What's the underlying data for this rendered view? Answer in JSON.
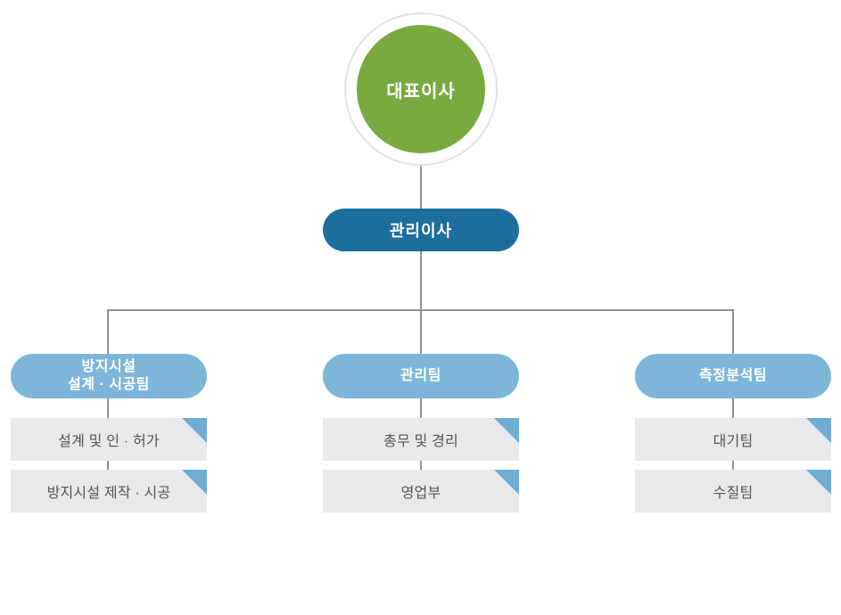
{
  "colors": {
    "green": "#7aa940",
    "ring": "#e2e2e2",
    "dark_blue": "#1d6d9d",
    "light_blue": "#7db6d9",
    "triangle_blue": "#6fabd2",
    "box_bg": "#e9e9eb",
    "box_text": "#555555",
    "line": "#919191"
  },
  "chart": {
    "type": "org-chart",
    "root": {
      "label": "대표이사"
    },
    "director": {
      "label": "관리이사"
    },
    "branches": [
      {
        "label": "방지시설 설계 · 시공팀",
        "label_lines": [
          "방지시설",
          "설계 · 시공팀"
        ],
        "items": [
          "설계 및 인 · 허가",
          "방지시설 제작 · 시공"
        ]
      },
      {
        "label": "관리팀",
        "items": [
          "총무 및 경리",
          "영업부"
        ]
      },
      {
        "label": "측정분석팀",
        "items": [
          "대기팀",
          "수질팀"
        ]
      }
    ]
  }
}
